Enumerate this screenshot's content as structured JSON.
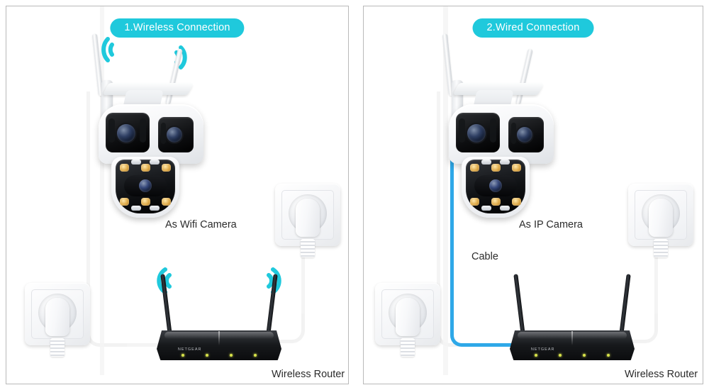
{
  "panels": [
    {
      "id": "wireless",
      "badge": "1.Wireless Connection",
      "camera_label": "As Wifi Camera",
      "router_label": "Wireless Router",
      "cable_label": "",
      "has_wifi_camera_arcs": true,
      "has_wifi_router_arcs": true,
      "has_ethernet_cable": false
    },
    {
      "id": "wired",
      "badge": "2.Wired Connection",
      "camera_label": "As IP Camera",
      "router_label": "Wireless Router",
      "cable_label": "Cable",
      "has_wifi_camera_arcs": false,
      "has_wifi_router_arcs": false,
      "has_ethernet_cable": true
    }
  ],
  "devices": {
    "camera_name": "dual-lens-ptz-security-camera",
    "router_brand": "NETGEAR",
    "router_led_count": 4,
    "socket_name": "schuko-wall-socket"
  },
  "colors": {
    "badge_background": "#1fc9dc",
    "wifi_arc": "#1fc9dc",
    "ethernet_cable": "#2ea8e8",
    "power_cable": "#f2f2f2",
    "panel_border": "#b9b9b9",
    "text": "#2b2b2b",
    "router_body": "#121417",
    "router_led": "#d7e24a"
  }
}
